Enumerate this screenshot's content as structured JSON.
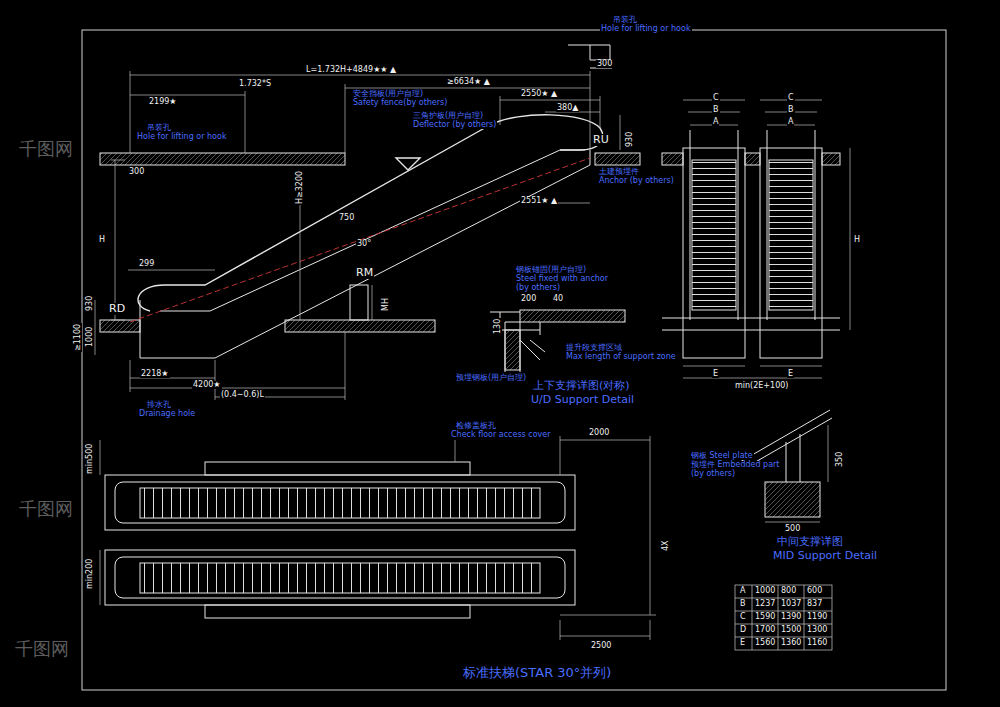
{
  "diagram": {
    "caption": "标准扶梯(STAR 30°并列)",
    "labels": [
      "吊装孔",
      "Hole for lifting or hook",
      "300",
      "L=1.732H+4849★★ ▲",
      "1.732*S",
      "≥6634★ ▲",
      "2199★",
      "2550★ ▲",
      "380▲",
      "安全挡板(用户自理)",
      "Safety fence(by others)",
      "吊装孔",
      "Hole for lifting or hook",
      "300",
      "三角护板(用户自理)",
      "Deflector (by others)",
      "RU",
      "930",
      "土建预埋件",
      "Anchor (by others)",
      "2551★ ▲",
      "H",
      "H≥3200",
      "750",
      "30°",
      "RM",
      "MH",
      "299",
      "RD",
      "930",
      "1000",
      "≥1100",
      "2218★",
      "4200★",
      "(0.4∼0.6)L",
      "排水孔",
      "Drainage hole",
      "钢板锚固(用户自理)",
      "Steel fixed with anchor",
      "(by others)",
      "200",
      "40",
      "130",
      "预埋钢板(用户自理)",
      "提升段支撑区域",
      "Max length of support zone",
      "上下支撑详图(对称)",
      "U/D Support Detail",
      "C",
      "B",
      "A",
      "C",
      "B",
      "A",
      "H",
      "E",
      "E",
      "min(2E+100)",
      "检修盖板孔",
      "Check floor access cover",
      "2000",
      "min500",
      "min200",
      "4X",
      "2500",
      "钢板 Steel plate",
      "预埋件 Embedded part",
      "(by others)",
      "350",
      "500",
      "中间支撑详图",
      "MID Support Detail",
      "A",
      "1000",
      "800",
      "600",
      "B",
      "1237",
      "1037",
      "837",
      "C",
      "1590",
      "1390",
      "1190",
      "D",
      "1700",
      "1500",
      "1300",
      "E",
      "1560",
      "1360",
      "1160",
      "千图网",
      "千图网",
      "千图网"
    ]
  }
}
